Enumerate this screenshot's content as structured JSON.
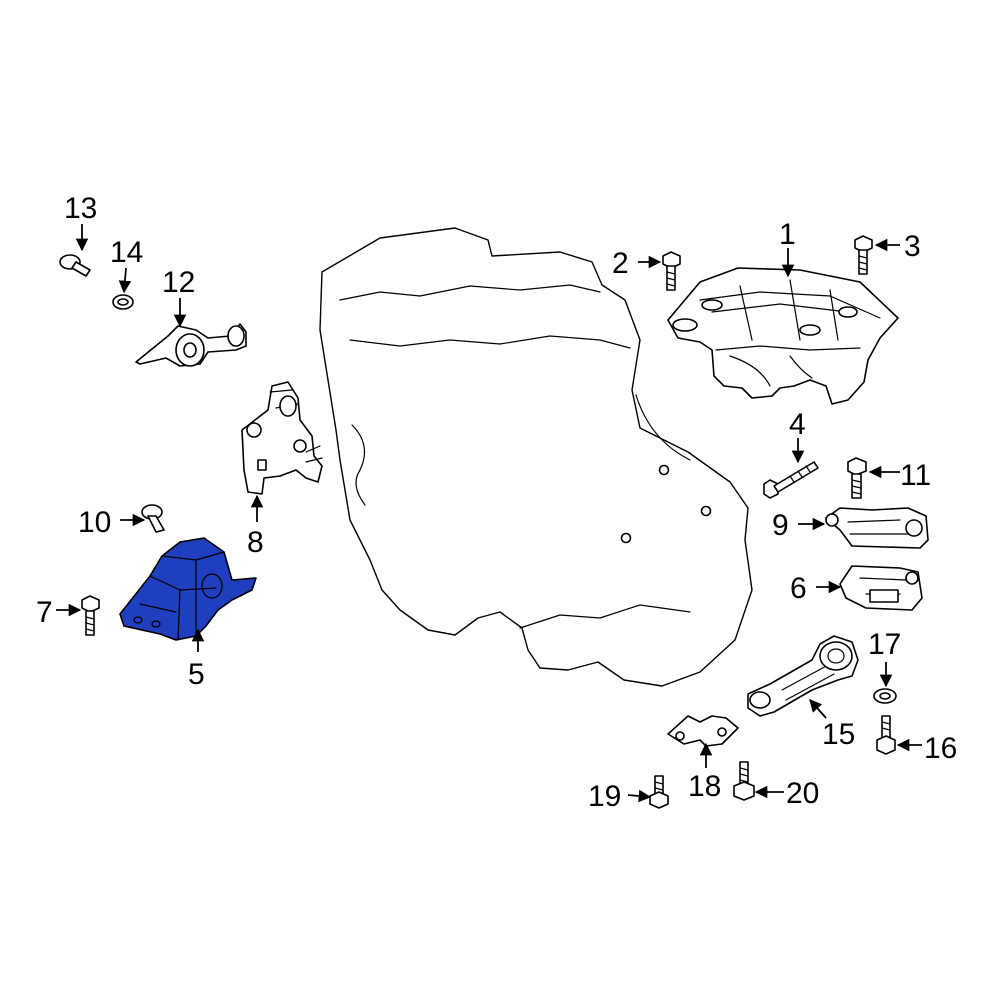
{
  "highlight_color": "#1f3fbf",
  "highlighted_part": "5",
  "callouts": {
    "c1": "1",
    "c2": "2",
    "c3": "3",
    "c4": "4",
    "c5": "5",
    "c6": "6",
    "c7": "7",
    "c8": "8",
    "c9": "9",
    "c10": "10",
    "c11": "11",
    "c12": "12",
    "c13": "13",
    "c14": "14",
    "c15": "15",
    "c16": "16",
    "c17": "17",
    "c18": "18",
    "c19": "19",
    "c20": "20"
  }
}
